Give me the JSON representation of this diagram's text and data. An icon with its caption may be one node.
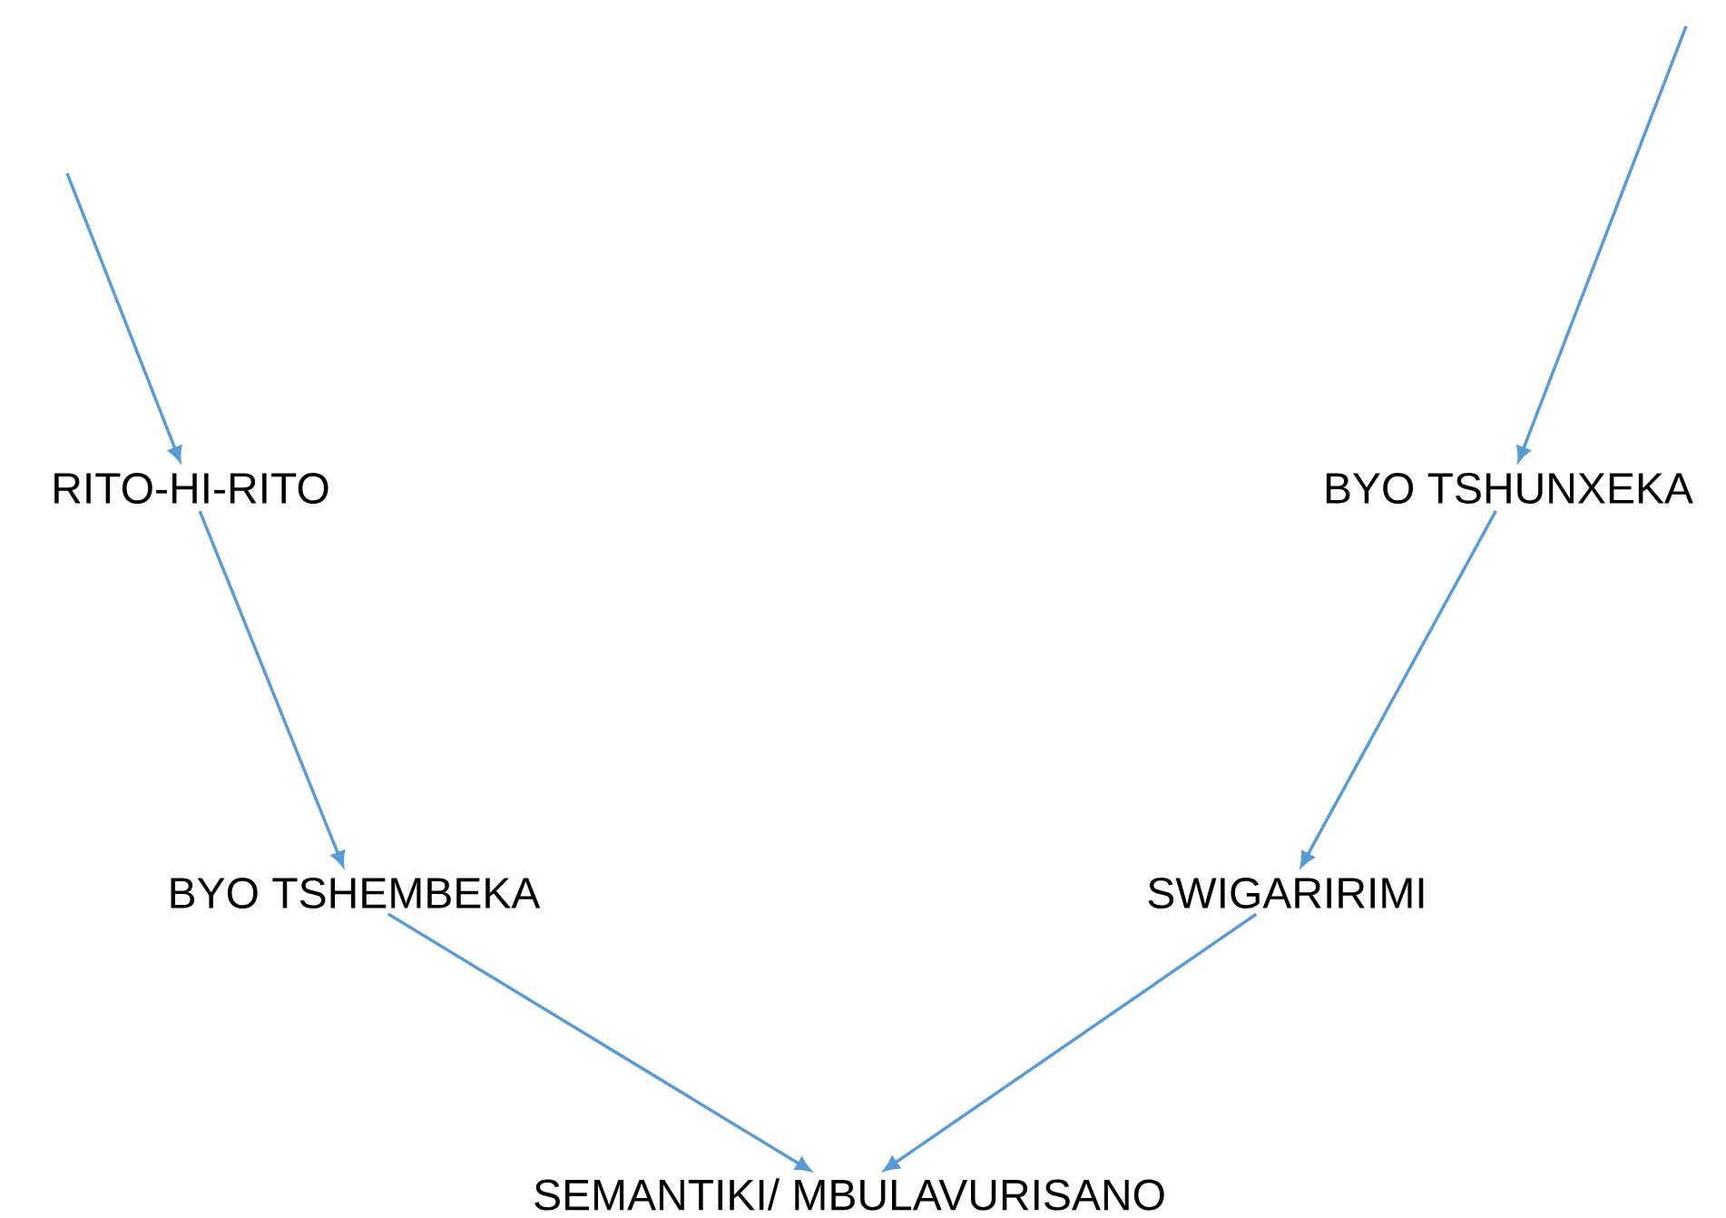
{
  "diagram": {
    "nodes": [
      {
        "text": [
          "RITO-HI-RITO"
        ]
      },
      {
        "text": [
          "BYO TSHUNXEKA"
        ]
      },
      {
        "text": [
          "BYO TSHEMBEKA"
        ]
      },
      {
        "text": [
          "SWIGARIRIMI"
        ]
      },
      {
        "text": [
          "SEMANTIKI/ MBULAVURISANO"
        ]
      }
    ],
    "edges": [
      {
        "from": null,
        "to": 0,
        "arrow": "to"
      },
      {
        "from": null,
        "to": 1,
        "arrow": "to"
      },
      {
        "from": 0,
        "to": 2,
        "arrow": "to"
      },
      {
        "from": 1,
        "to": 3,
        "arrow": "to"
      },
      {
        "from": 2,
        "to": 4,
        "arrow": "to"
      },
      {
        "from": 3,
        "to": 4,
        "arrow": "to"
      }
    ]
  }
}
